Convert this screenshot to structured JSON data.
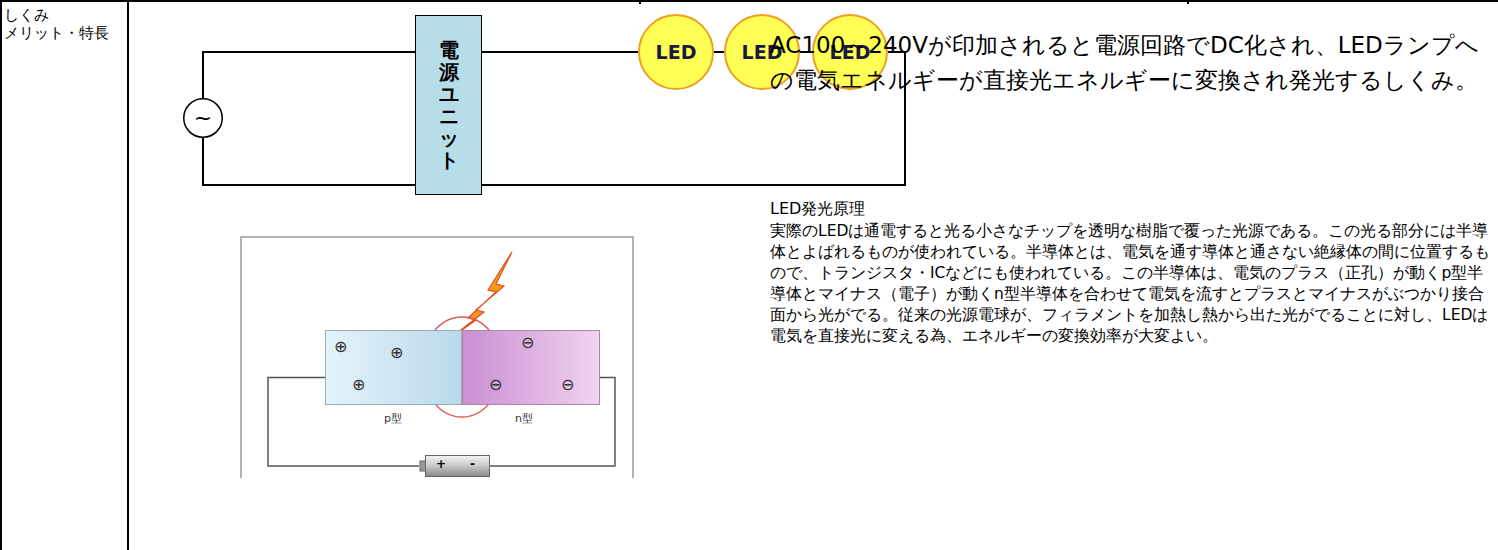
{
  "diagram": {
    "nodes": [
      {
        "text": [
          "~"
        ]
      },
      {
        "text": [
          "電源ユニット"
        ]
      },
      {
        "text": [
          "LED"
        ]
      },
      {
        "text": [
          "LED"
        ]
      },
      {
        "text": [
          "LED"
        ]
      },
      {
        "text": [
          "⊕",
          "⊕",
          "⊕",
          "p型"
        ]
      },
      {
        "text": [
          "⊖",
          "⊖",
          "⊖",
          "n型"
        ]
      },
      {
        "text": [
          "+",
          "-"
        ]
      }
    ],
    "edges": [
      {
        "from": 0,
        "to": 1,
        "arrow": "none"
      },
      {
        "from": 0,
        "to": 1,
        "arrow": "none"
      },
      {
        "from": 1,
        "to": 2,
        "arrow": "none"
      },
      {
        "from": 2,
        "to": 3,
        "arrow": "none"
      },
      {
        "from": 3,
        "to": 4,
        "arrow": "none"
      },
      {
        "from": 4,
        "to": 1,
        "arrow": "none"
      },
      {
        "from": 5,
        "to": 7,
        "arrow": "none"
      },
      {
        "from": 7,
        "to": 6,
        "arrow": "none"
      }
    ],
    "labels": [
      "しくみ",
      "メリット・特長",
      "AC100～240Vが印加されると電源回路でDC化され、LEDランプへの電気エネルギーが直接光エネルギーに変換され発光するしくみ。",
      "LED発光原理",
      "実際のLEDは通電すると光る小さなチップを透明な樹脂で覆った光源である。この光る部分には半導体とよばれるものが使われている。半導体とは、電気を通す導体と通さない絶縁体の間に位置するもので、トランジスタ・ICなどにも使われている。この半導体は、電気のプラス（正孔）が動くp型半導体とマイナス（電子）が動くn型半導体を合わせて電気を流すとプラスとマイナスがぶつかり接合面から光がでる。従来の光源電球が、フィラメントを加熱し熱から出た光がでることに対し、LEDは電気を直接光に変える為、エネルギーの変換効率が大変よい。"
    ]
  }
}
